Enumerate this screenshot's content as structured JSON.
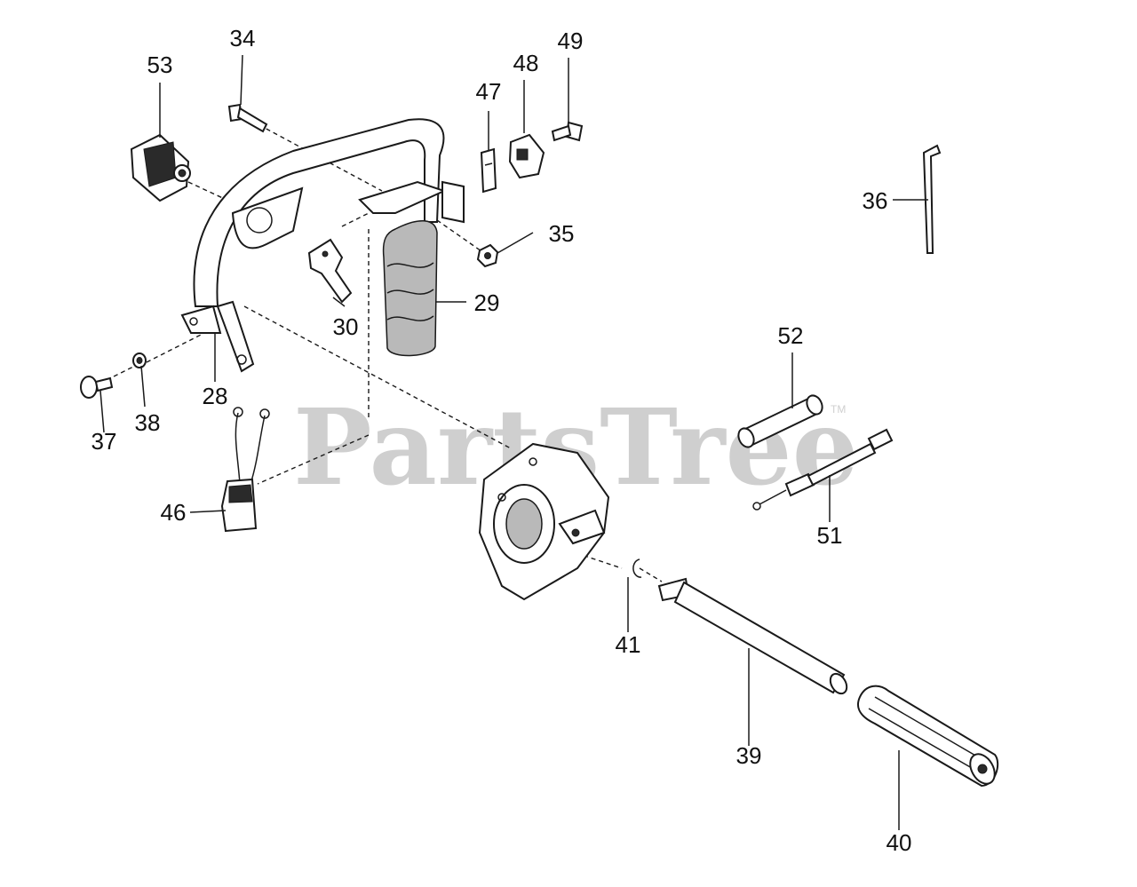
{
  "diagram": {
    "watermark": "PartsTree",
    "trademark": "TM",
    "callouts": [
      "53",
      "34",
      "48",
      "49",
      "47",
      "36",
      "35",
      "29",
      "30",
      "28",
      "38",
      "37",
      "46",
      "52",
      "51",
      "41",
      "39",
      "40"
    ]
  }
}
